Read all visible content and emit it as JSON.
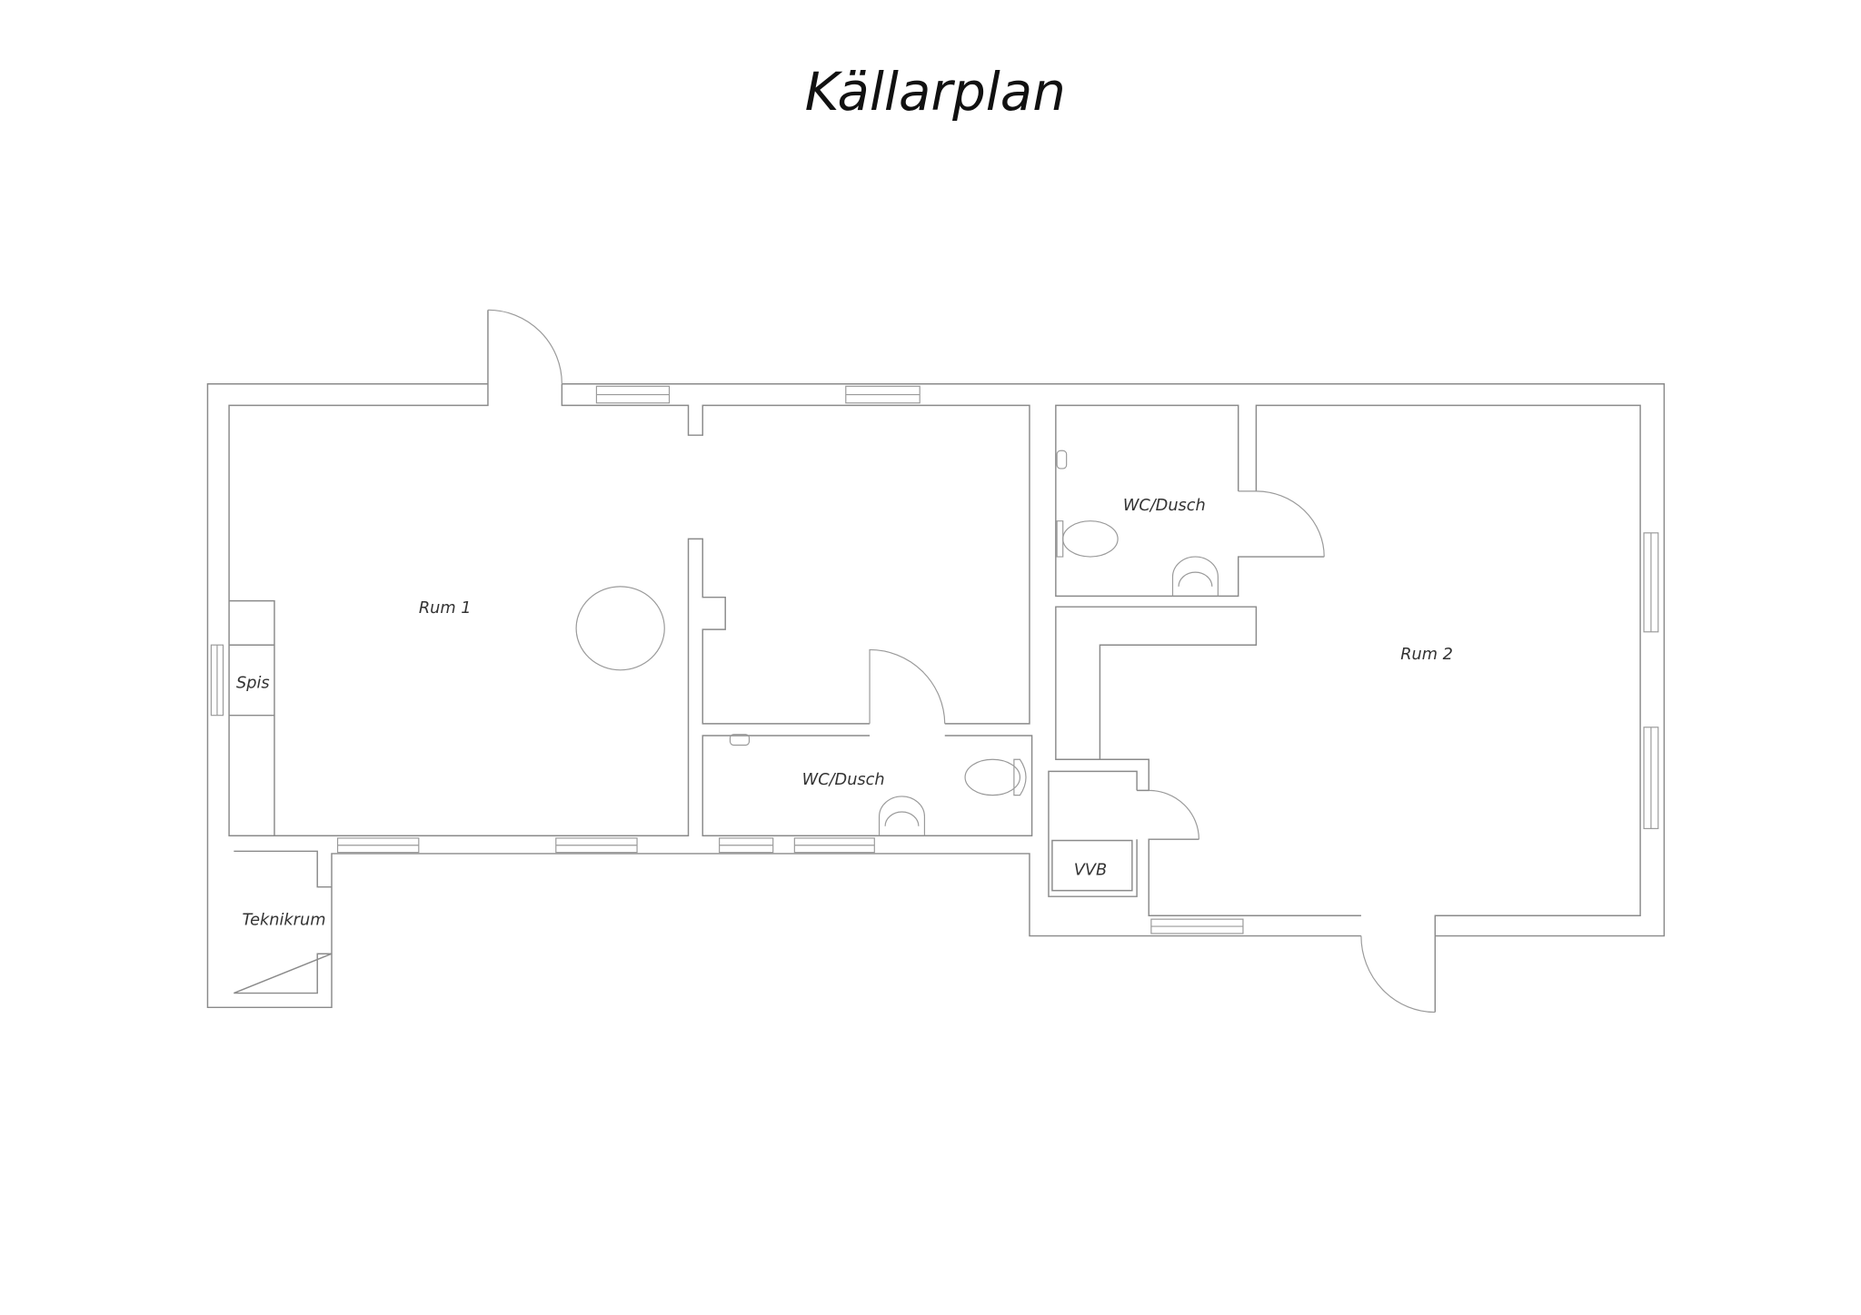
{
  "title": "Källarplan",
  "rooms": {
    "rum1": "Rum 1",
    "spis": "Spis",
    "wc1": "WC/Dusch",
    "teknikrum": "Teknikrum",
    "wc2": "WC/Dusch",
    "rum2": "Rum 2",
    "vvb": "VVB"
  },
  "colors": {
    "line": "#8a8a8a",
    "text": "#333333"
  }
}
